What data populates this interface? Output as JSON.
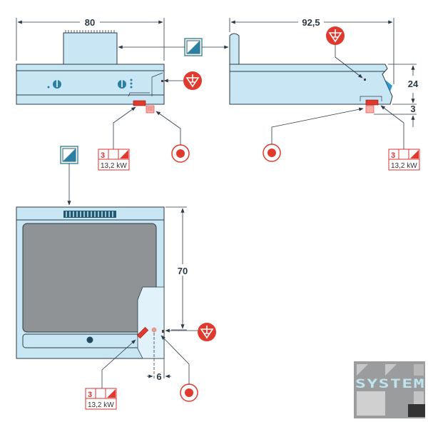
{
  "dimensions": {
    "front_width": "80",
    "side_depth": "92,5",
    "side_height": "24",
    "side_foot": "3",
    "top_depth": "70",
    "top_offset": "6"
  },
  "power_label": {
    "phases": "3",
    "power": "13,2 kW"
  },
  "logo": {
    "text": "SYSTEM"
  },
  "colors": {
    "body": "#c9e6f5",
    "outline": "#2b3a45",
    "accent": "#e03a2e",
    "plate": "#8f9396",
    "water": "#2a7fa3"
  }
}
